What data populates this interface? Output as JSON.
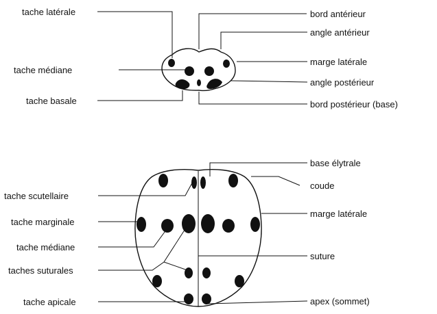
{
  "pronotum": {
    "labels_left": {
      "tache_laterale": "tache latérale",
      "tache_mediane": "tache médiane",
      "tache_basale": "tache basale"
    },
    "labels_right": {
      "bord_anterieur": "bord antérieur",
      "angle_anterieur": "angle antérieur",
      "marge_laterale": "marge latérale",
      "angle_posterieur": "angle postérieur",
      "bord_posterieur": "bord postérieur (base)"
    }
  },
  "elytres": {
    "labels_left": {
      "tache_scutellaire": "tache scutellaire",
      "tache_marginale": "tache marginale",
      "tache_mediane": "tache médiane",
      "taches_suturales": "taches suturales",
      "tache_apicale": "tache apicale"
    },
    "labels_right": {
      "base_elytrale": "base élytrale",
      "coude": "coude",
      "marge_laterale": "marge latérale",
      "suture": "suture",
      "apex": "apex (sommet)"
    }
  }
}
